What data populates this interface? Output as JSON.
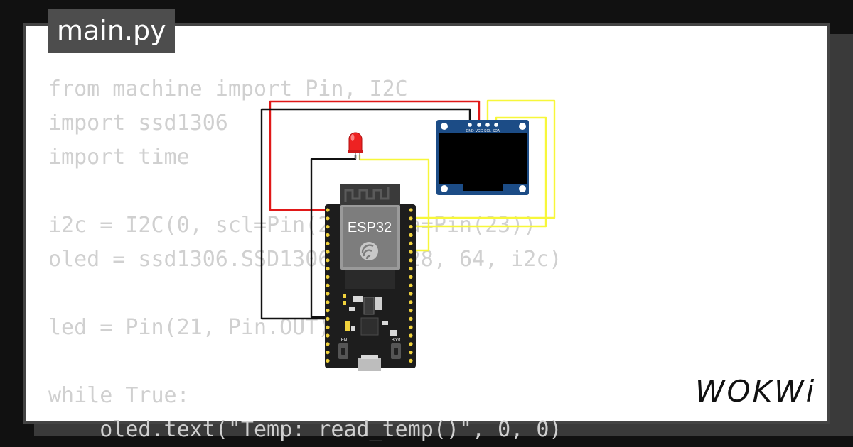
{
  "file_tab": {
    "label": "main.py"
  },
  "code_lines": [
    "from machine import Pin, I2C",
    "import ssd1306",
    "import time",
    "",
    "i2c = I2C(0, scl=Pin(22), sda=Pin(23))",
    "oled = ssd1306.SSD1306_I2C(128, 64, i2c)",
    "",
    "led = Pin(21, Pin.OUT)",
    "",
    "while True:",
    "    oled.text(\"Temp: read_temp()\", 0, 0)"
  ],
  "board": {
    "label": "ESP32",
    "en_label": "EN",
    "boot_label": "Boot"
  },
  "oled": {
    "pin_labels": [
      "GND",
      "VCC",
      "SCL",
      "SDA"
    ]
  },
  "colors": {
    "wire_power": "#e01818",
    "wire_ground": "#111111",
    "wire_signal": "#f7f73a",
    "pcb_blue": "#1c4c86",
    "board_black": "#1d1d1d",
    "pin_gold": "#f0d23c"
  },
  "brand": {
    "name": "WOKWi"
  }
}
